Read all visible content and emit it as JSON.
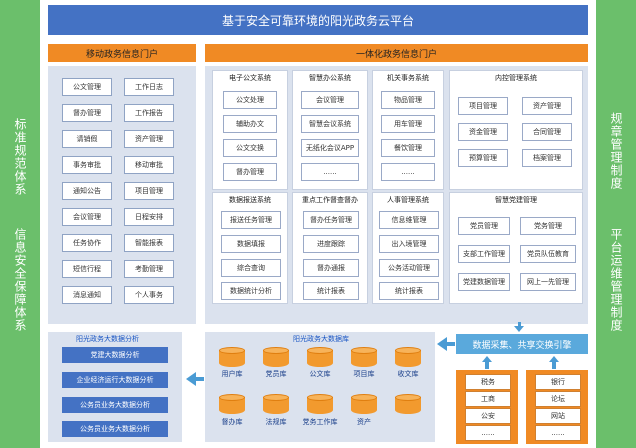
{
  "header": {
    "title": "基于安全可靠环境的阳光政务云平台"
  },
  "left_side": {
    "top": "标准规范体系",
    "bottom": "信息安全保障体系"
  },
  "right_side": {
    "top": "规章管理制度",
    "bottom": "平台运维管理制度"
  },
  "mobile_portal": {
    "title": "移动政务信息门户",
    "items": [
      "公文管理",
      "工作日志",
      "督办管理",
      "工作报告",
      "请销假",
      "资产管理",
      "事务审批",
      "移动审批",
      "通知公告",
      "项目管理",
      "会议管理",
      "日程安排",
      "任务协作",
      "智能报表",
      "短信行程",
      "考勤管理",
      "消息通知",
      "个人事务"
    ]
  },
  "integrated_portal": {
    "title": "一体化政务信息门户"
  },
  "systems": {
    "doc": {
      "title": "电子公文系统",
      "items": [
        "公文处理",
        "辅助办文",
        "公文交换",
        "督办管理"
      ]
    },
    "office": {
      "title": "智慧办公系统",
      "items": [
        "会议管理",
        "智慧会议系统",
        "无纸化会议APP",
        "......"
      ]
    },
    "internal": {
      "title": "机关事务系统",
      "items": [
        "物品管理",
        "用车管理",
        "餐饮管理",
        "......"
      ]
    },
    "control": {
      "title": "内控管理系统",
      "items": [
        "项目管理",
        "资产管理",
        "资金管理",
        "合同管理",
        "预算管理",
        "档案管理"
      ]
    },
    "report": {
      "title": "数据报送系统",
      "items": [
        "报送任务管理",
        "数据填报",
        "综合查询",
        "数据统计分析"
      ]
    },
    "key_work": {
      "title": "重点工作督查督办",
      "items": [
        "督办任务管理",
        "进度跟踪",
        "督办通报",
        "统计报表"
      ]
    },
    "hr": {
      "title": "人事管理系统",
      "items": [
        "信息维管理",
        "出入境管理",
        "公务活动管理",
        "统计报表"
      ]
    },
    "party": {
      "title": "智慧党建管理",
      "items": [
        "党员管理",
        "党务管理",
        "支部工作管理",
        "党员队伍教育",
        "党建数据管理",
        "网上一先管理"
      ]
    }
  },
  "analysis": {
    "title": "阳光政务大数据分析",
    "items": [
      "党建大数据分析",
      "企业经济运行大数据分析",
      "公务员业务大数据分析",
      "公务员业务大数据分析"
    ]
  },
  "database": {
    "title": "阳光政务大数据库",
    "dbs": [
      "用户库",
      "党员库",
      "公文库",
      "项目库",
      "收文库",
      "督办库",
      "法规库",
      "党务工作库",
      "资产",
      ""
    ]
  },
  "exchange": {
    "label": "数据采集、共享交换引擎"
  },
  "sources": {
    "left": [
      "税务",
      "工商",
      "公安",
      "......"
    ],
    "right": [
      "银行",
      "论坛",
      "网站",
      "......"
    ]
  }
}
